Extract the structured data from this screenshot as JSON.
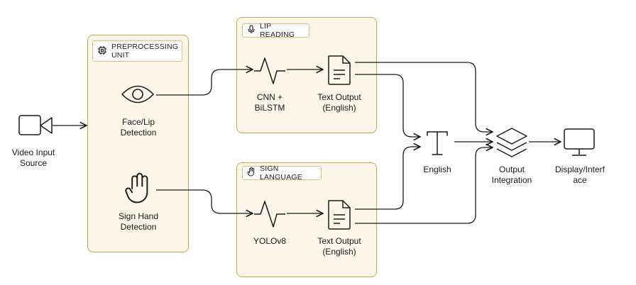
{
  "source": {
    "label_line1": "Video Input",
    "label_line2": "Source",
    "icon": "video-camera-icon"
  },
  "preprocessing": {
    "title_line1": "PREPROCESSING",
    "title_line2": "UNIT",
    "icon": "chip-icon",
    "face": {
      "line1": "Face/Lip",
      "line2": "Detection",
      "icon": "eye-icon"
    },
    "hand": {
      "line1": "Sign Hand",
      "line2": "Detection",
      "icon": "hand-icon"
    }
  },
  "lip_reading": {
    "title": "LIP READING",
    "icon": "microphone-icon",
    "model": {
      "line1": "CNN +",
      "line2": "BiLSTM",
      "icon": "waveform-icon"
    },
    "output": {
      "line1": "Text Output",
      "line2": "(English)",
      "icon": "document-icon"
    }
  },
  "sign_language": {
    "title": "SIGN LANGUAGE",
    "icon": "hand-icon",
    "model": {
      "line1": "YOLOv8",
      "icon": "waveform-icon"
    },
    "output": {
      "line1": "Text Output",
      "line2": "(English)",
      "icon": "document-icon"
    }
  },
  "english": {
    "label": "English",
    "icon": "text-type-icon"
  },
  "integration": {
    "line1": "Output",
    "line2": "Integration",
    "icon": "layers-icon"
  },
  "display": {
    "line1": "Display/Interf",
    "line2": "ace",
    "icon": "monitor-icon"
  },
  "colors": {
    "panel_fill": "#fbf6e8",
    "panel_border": "#c9a451",
    "line": "#1a1a1a"
  }
}
